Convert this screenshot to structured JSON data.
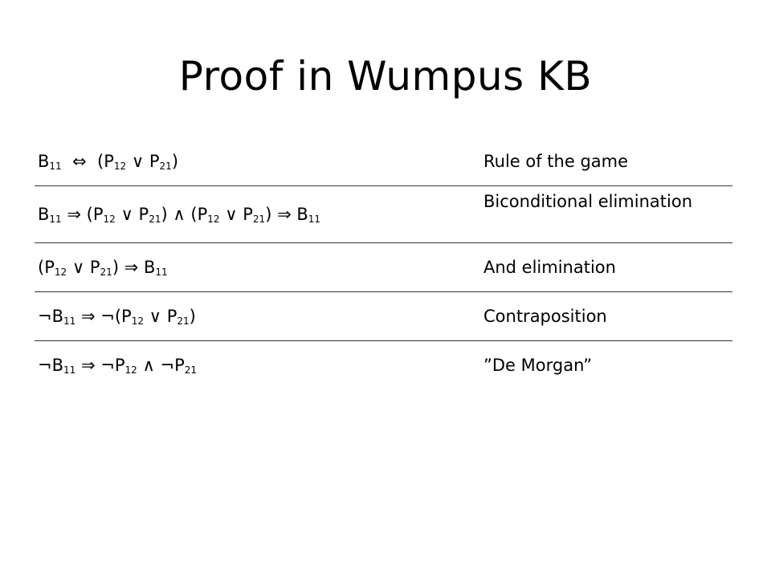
{
  "title": "Proof in Wumpus KB",
  "rows": [
    {
      "formula": [
        {
          "t": "B"
        },
        {
          "s": "11"
        },
        {
          "t": "  ⇔  (P"
        },
        {
          "s": "12"
        },
        {
          "t": " ∨ P"
        },
        {
          "s": "21"
        },
        {
          "t": ")"
        }
      ],
      "justification": "Rule of the game"
    },
    {
      "formula": [
        {
          "t": "B"
        },
        {
          "s": "11"
        },
        {
          "t": " ⇒ (P"
        },
        {
          "s": "12"
        },
        {
          "t": " ∨ P"
        },
        {
          "s": "21"
        },
        {
          "t": ") ∧ (P"
        },
        {
          "s": "12"
        },
        {
          "t": " ∨ P"
        },
        {
          "s": "21"
        },
        {
          "t": ") ⇒ B"
        },
        {
          "s": "11"
        }
      ],
      "justification": "Biconditional elimination"
    },
    {
      "formula": [
        {
          "t": "(P"
        },
        {
          "s": "12"
        },
        {
          "t": " ∨ P"
        },
        {
          "s": "21"
        },
        {
          "t": ") ⇒ B"
        },
        {
          "s": "11"
        }
      ],
      "justification": "And elimination"
    },
    {
      "formula": [
        {
          "t": "¬B"
        },
        {
          "s": "11"
        },
        {
          "t": " ⇒ ¬(P"
        },
        {
          "s": "12"
        },
        {
          "t": " ∨ P"
        },
        {
          "s": "21"
        },
        {
          "t": ")"
        }
      ],
      "justification": "Contraposition"
    },
    {
      "formula": [
        {
          "t": "¬B"
        },
        {
          "s": "11"
        },
        {
          "t": " ⇒ ¬P"
        },
        {
          "s": "12"
        },
        {
          "t": " ∧ ¬P"
        },
        {
          "s": "21"
        }
      ],
      "justification": "”De Morgan”"
    }
  ]
}
